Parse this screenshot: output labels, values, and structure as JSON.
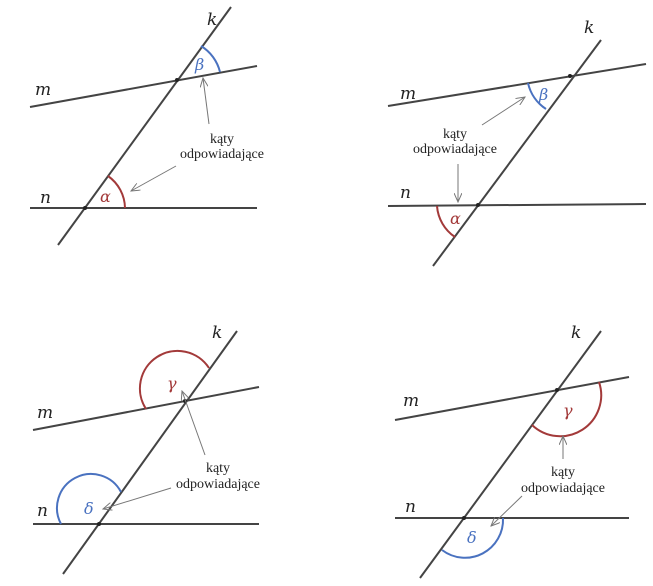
{
  "caption": {
    "line1": "kąty",
    "line2": "odpowiadające"
  },
  "lines": {
    "k": "k",
    "m": "m",
    "n": "n"
  },
  "colors": {
    "red": "#a33a3a",
    "blue": "#4a72c0",
    "line": "#444444"
  },
  "panels": [
    {
      "upper_angle": "β",
      "lower_angle": "α",
      "upper_color": "#4a72c0",
      "lower_color": "#a33a3a"
    },
    {
      "upper_angle": "β",
      "lower_angle": "α",
      "upper_color": "#4a72c0",
      "lower_color": "#a33a3a"
    },
    {
      "upper_angle": "γ",
      "lower_angle": "δ",
      "upper_color": "#a33a3a",
      "lower_color": "#4a72c0"
    },
    {
      "upper_angle": "γ",
      "lower_angle": "δ",
      "upper_color": "#a33a3a",
      "lower_color": "#4a72c0"
    }
  ]
}
